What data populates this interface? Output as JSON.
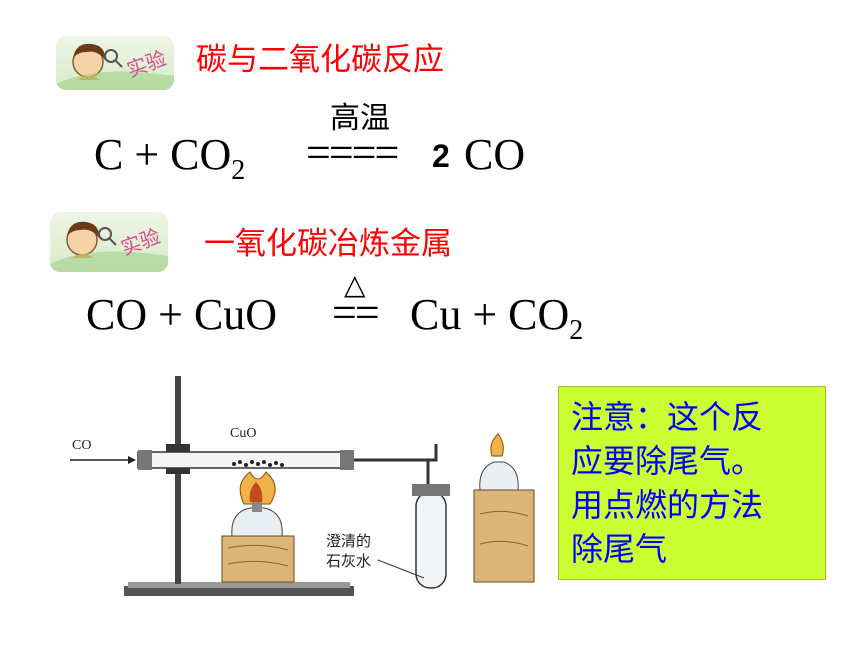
{
  "slide": {
    "section1": {
      "title": "碳与二氧化碳反应",
      "equation": {
        "left": "C  +  CO",
        "left_sub": "2",
        "sign": "====",
        "condition": "高温",
        "coef": "2",
        "right": "CO"
      }
    },
    "section2": {
      "title": "一氧化碳冶炼金属",
      "equation": {
        "left": "CO  +  CuO",
        "condition": "△",
        "sign": "==",
        "right": "Cu  +  CO",
        "right_sub": "2"
      }
    },
    "badge_text": "实验",
    "diagram_labels": {
      "gas_in": "CO",
      "oxide": "CuO",
      "limewater_1": "澄清的",
      "limewater_2": "石灰水"
    },
    "note": {
      "lines": [
        "注意：这个反",
        "应要除尾气。",
        "用点燃的方法",
        "除尾气"
      ],
      "bg_color": "#ccff33",
      "text_color": "#0000ff"
    },
    "title_color": "#ff0000"
  }
}
